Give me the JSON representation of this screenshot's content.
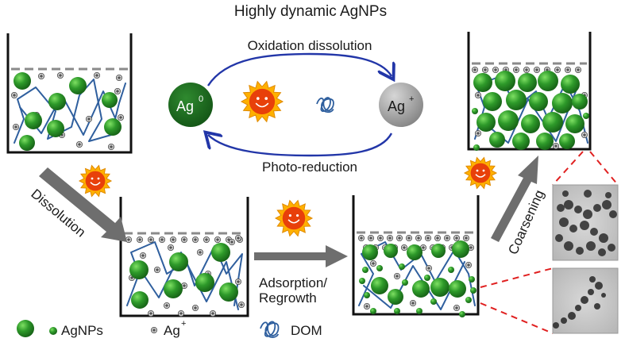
{
  "title": "Highly dynamic AgNPs",
  "cycle": {
    "top_label": "Oxidation dissolution",
    "bottom_label": "Photo-reduction",
    "left_node": {
      "base": "Ag",
      "sup": "0"
    },
    "right_node": {
      "base": "Ag",
      "sup": "+"
    }
  },
  "steps": {
    "dissolution": "Dissolution",
    "adsorption_line1": "Adsorption/",
    "adsorption_line2": "Regrowth",
    "coarsening": "Coarsening"
  },
  "legend": {
    "agnps": "AgNPs",
    "ag_ion": {
      "base": "Ag",
      "sup": "+"
    },
    "dom": "DOM"
  },
  "colors": {
    "nanoparticle": "#1f7a1f",
    "nanoparticle_highlight": "#5fcf4a",
    "dom_chain": "#2f5f9e",
    "arrow_gray": "#6e6e6e",
    "cycle_arrow": "#2236a8",
    "zoom_dash": "#e02020",
    "sun": "#ffc21a",
    "sun_face": "#e8400a",
    "ag_ion_node": "#9a9a9a"
  }
}
